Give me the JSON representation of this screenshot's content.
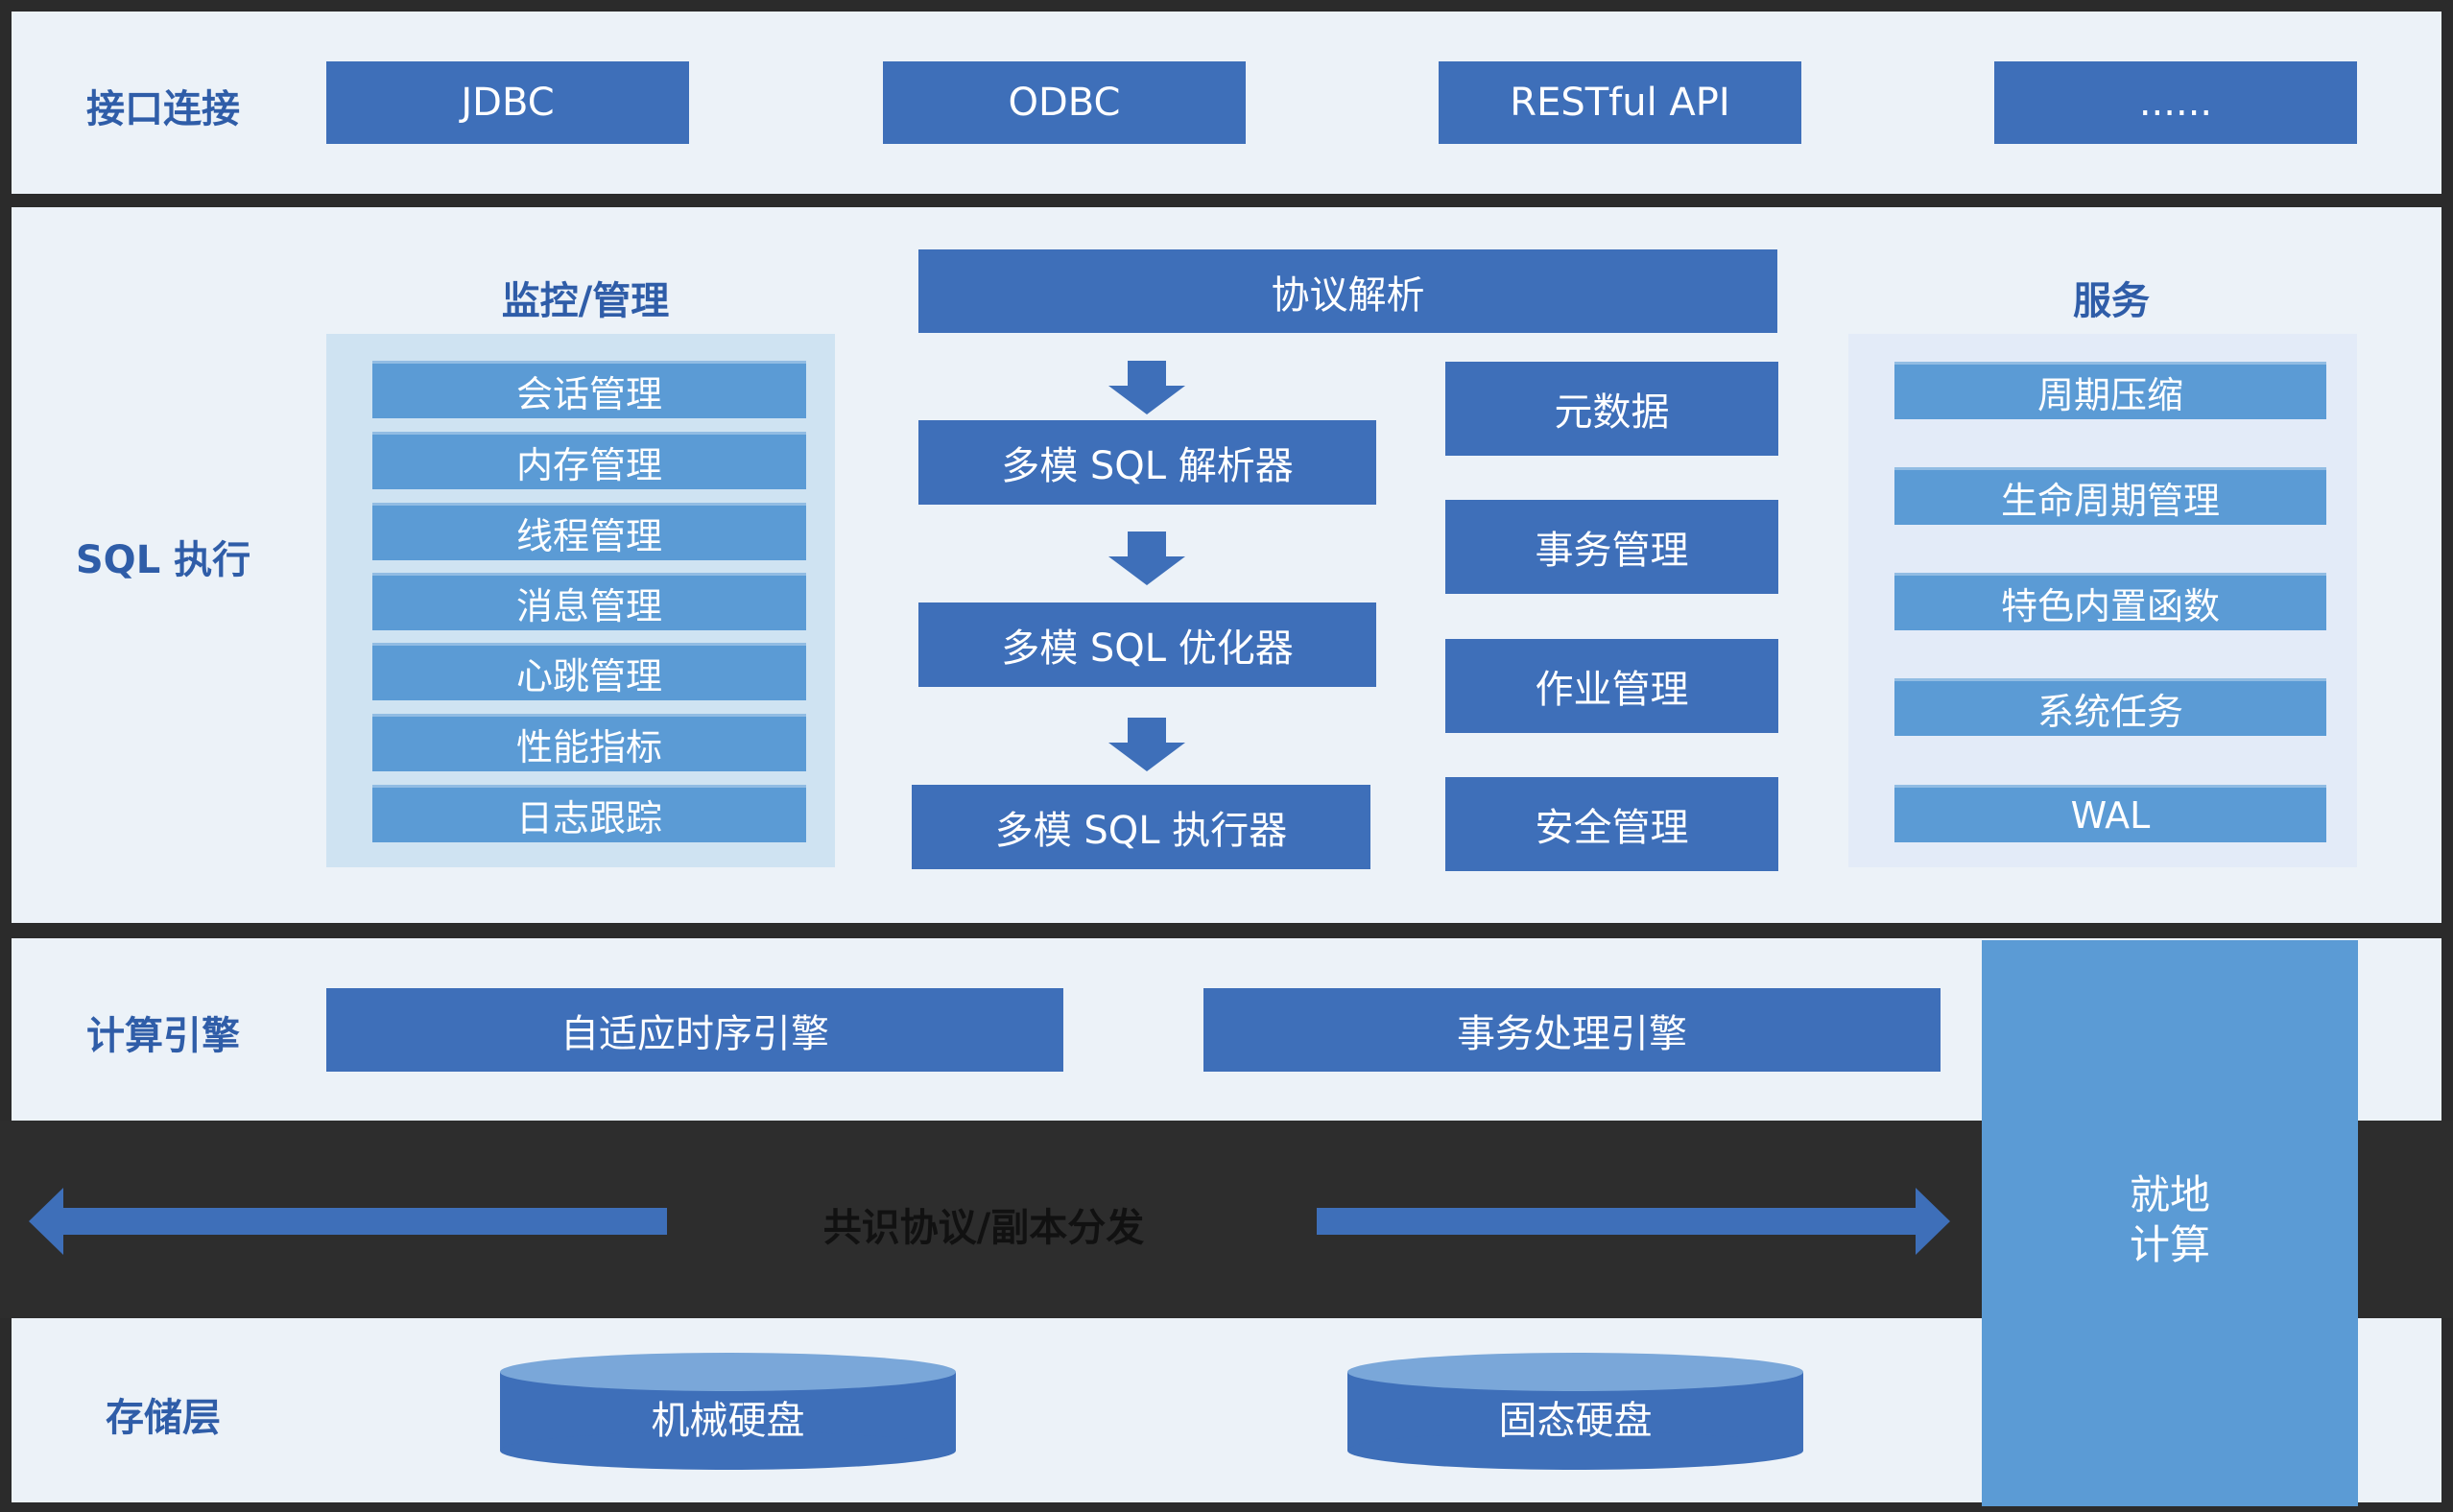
{
  "layers": {
    "interface": {
      "label": "接口连接",
      "items": [
        "JDBC",
        "ODBC",
        "RESTful API",
        "......"
      ]
    },
    "sql": {
      "label": "SQL 执行",
      "monitor": {
        "title": "监控/管理",
        "items": [
          "会话管理",
          "内存管理",
          "线程管理",
          "消息管理",
          "心跳管理",
          "性能指标",
          "日志跟踪"
        ]
      },
      "protocol": "协议解析",
      "pipeline": [
        "多模 SQL 解析器",
        "多模 SQL 优化器",
        "多模 SQL 执行器"
      ],
      "middle": [
        "元数据",
        "事务管理",
        "作业管理",
        "安全管理"
      ],
      "service": {
        "title": "服务",
        "items": [
          "周期压缩",
          "生命周期管理",
          "特色内置函数",
          "系统任务",
          "WAL"
        ]
      }
    },
    "compute": {
      "label": "计算引擎",
      "items": [
        "自适应时序引擎",
        "事务处理引擎"
      ]
    },
    "consensus": {
      "label": "共识协议/副本分发"
    },
    "storage": {
      "label": "存储层",
      "items": [
        "机械硬盘",
        "固态硬盘"
      ]
    },
    "local": {
      "label": "就地\n计算"
    }
  },
  "colors": {
    "band": "#ecf2f8",
    "box": "#3e6fb9",
    "light_box": "#5b9bd5",
    "label": "#2f5da8",
    "dark": "#2d2d2d"
  }
}
